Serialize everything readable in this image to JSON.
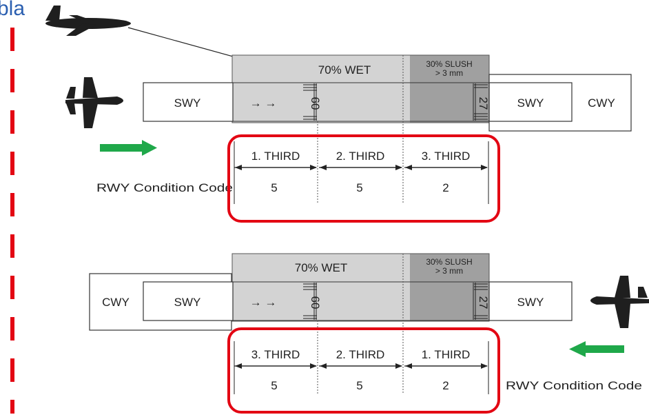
{
  "title_fragment": "bla",
  "colors": {
    "wet": "#d3d3d3",
    "slush": "#a0a0a0",
    "frame": "#e30613",
    "arrow": "#1fa84a",
    "title": "#2b5fb0"
  },
  "icons": [
    "airplane-icon",
    "green-direction-arrow-icon",
    "red-dashed-divider"
  ],
  "top": {
    "wet_label": "70% WET",
    "slush_label_1": "30% SLUSH",
    "slush_label_2": "> 3 mm",
    "swy_left": "SWY",
    "swy_right": "SWY",
    "cwy_right": "CWY",
    "arrows": "→ →",
    "thr_left": "60",
    "thr_right": "27",
    "thirds": [
      "1. THIRD",
      "2. THIRD",
      "3. THIRD"
    ],
    "codes": [
      "5",
      "5",
      "2"
    ],
    "rwycc_label": "RWY Condition Code"
  },
  "bottom": {
    "wet_label": "70% WET",
    "slush_label_1": "30% SLUSH",
    "slush_label_2": "> 3 mm",
    "cwy_left": "CWY",
    "swy_left": "SWY",
    "swy_right": "SWY",
    "arrows": "→ →",
    "thr_left": "60",
    "thr_right": "27",
    "thirds": [
      "3. THIRD",
      "2. THIRD",
      "1. THIRD"
    ],
    "codes": [
      "5",
      "5",
      "2"
    ],
    "rwycc_label": "RWY Condition Code"
  }
}
